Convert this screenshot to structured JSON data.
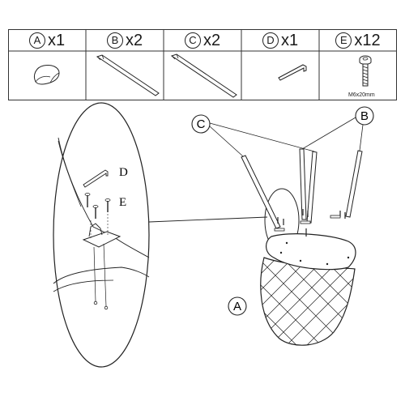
{
  "parts": [
    {
      "letter": "A",
      "qty": "x1",
      "icon": "seat-shell-icon"
    },
    {
      "letter": "B",
      "qty": "x2",
      "icon": "leg-rod-icon"
    },
    {
      "letter": "C",
      "qty": "x2",
      "icon": "leg-rod-icon"
    },
    {
      "letter": "D",
      "qty": "x1",
      "icon": "allen-key-icon"
    },
    {
      "letter": "E",
      "qty": "x12",
      "icon": "bolt-icon"
    }
  ],
  "screw_size": "M6x20mm",
  "detail_labels": {
    "d": "D",
    "e": "E"
  },
  "assembly_labels": {
    "c": "C",
    "b": "B",
    "a": "A"
  }
}
